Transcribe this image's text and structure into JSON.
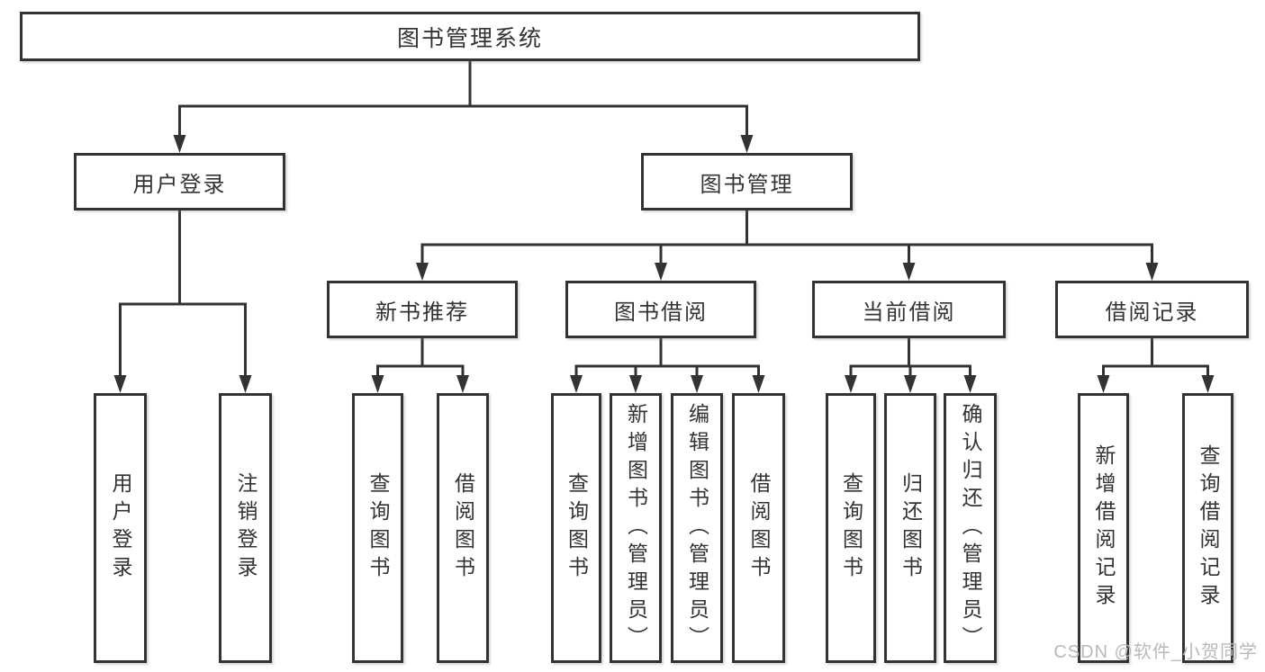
{
  "diagram": {
    "title": "图书管理系统",
    "level2": {
      "user_login": "用户登录",
      "book_mgmt": "图书管理"
    },
    "level3": {
      "new_rec": "新书推荐",
      "borrow": "图书借阅",
      "current": "当前借阅",
      "records": "借阅记录"
    },
    "leaves": {
      "user_login": "用户登录",
      "logout": "注销登录",
      "rec_query": "查询图书",
      "rec_borrow": "借阅图书",
      "bor_query": "查询图书",
      "bor_add": "新增图书（管理员）",
      "bor_edit": "编辑图书（管理员）",
      "bor_borrow": "借阅图书",
      "cur_query": "查询图书",
      "cur_return": "归还图书",
      "cur_confirm": "确认归还（管理员）",
      "recd_add": "新增借阅记录",
      "recd_query": "查询借阅记录"
    }
  },
  "watermark": {
    "text": "CSDN @软件_小贺同学"
  },
  "colors": {
    "line": "#333333",
    "text": "#333333",
    "background": "#ffffff",
    "watermark": "#b9b9b9"
  }
}
